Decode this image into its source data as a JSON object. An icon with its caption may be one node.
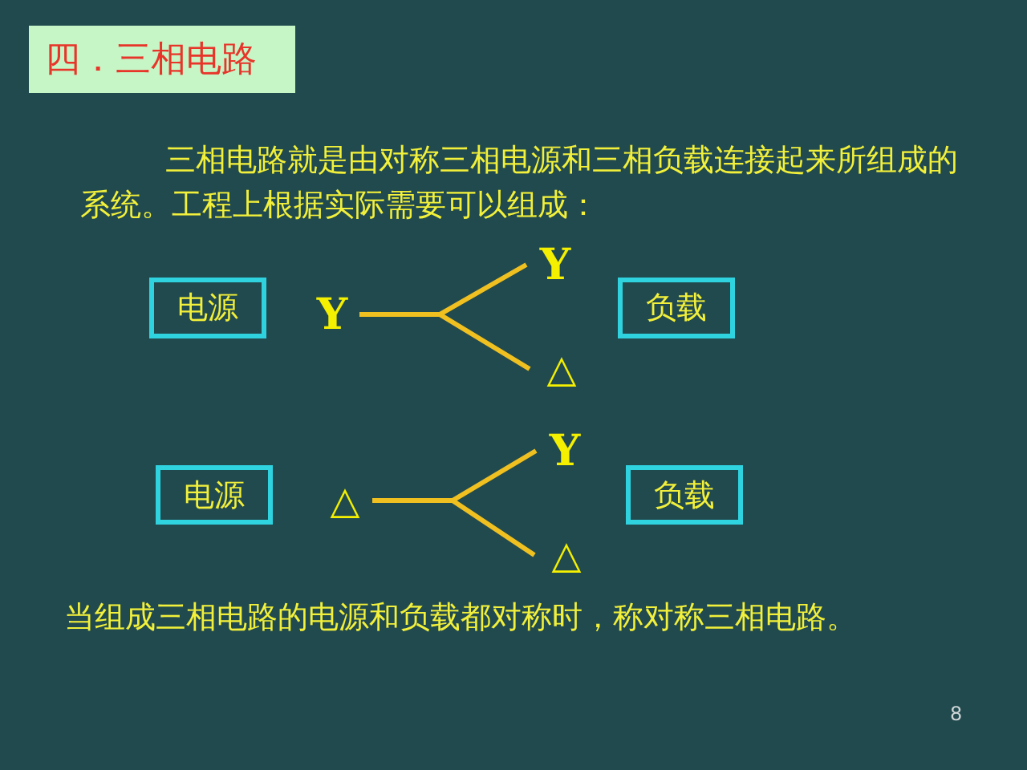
{
  "diagram": {
    "title": "四．三相电路",
    "nodes": [
      {
        "text": [
          "电源"
        ]
      },
      {
        "text": [
          "Y"
        ]
      },
      {
        "text": [
          "Y"
        ]
      },
      {
        "text": [
          "△"
        ]
      },
      {
        "text": [
          "负载"
        ]
      },
      {
        "text": [
          "电源"
        ]
      },
      {
        "text": [
          "△"
        ]
      },
      {
        "text": [
          "Y"
        ]
      },
      {
        "text": [
          "△"
        ]
      },
      {
        "text": [
          "负载"
        ]
      }
    ],
    "edges": [
      {
        "from": 1,
        "to": 2,
        "arrow": "none"
      },
      {
        "from": 1,
        "to": 3,
        "arrow": "none"
      },
      {
        "from": 6,
        "to": 7,
        "arrow": "none"
      },
      {
        "from": 6,
        "to": 8,
        "arrow": "none"
      }
    ],
    "labels": [
      "三相电路就是由对称三相电源和三相负载连接起来所组成的系统。工程上根据实际需要可以组成：",
      "当组成三相电路的电源和负载都对称时，称对称三相电路。",
      "8"
    ]
  }
}
